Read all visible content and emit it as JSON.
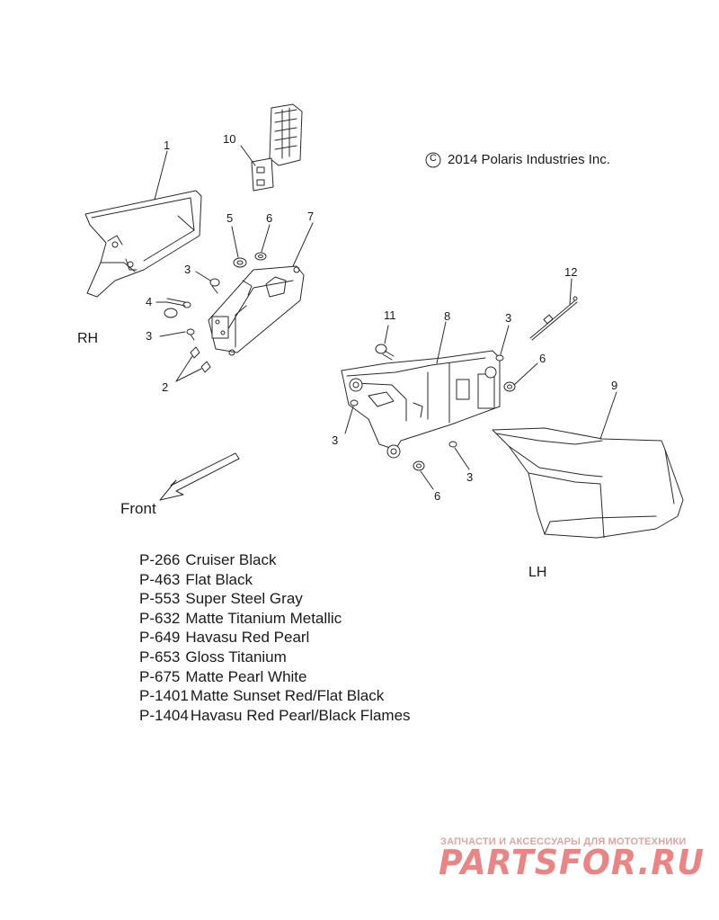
{
  "copyright": "2014 Polaris Industries Inc.",
  "copyright_symbol": "C",
  "side_labels": {
    "rh": "RH",
    "lh": "LH"
  },
  "direction_label": "Front",
  "callouts": {
    "c1": "1",
    "c2": "2",
    "c3a": "3",
    "c3b": "3",
    "c3c": "3",
    "c3d": "3",
    "c3e": "3",
    "c4": "4",
    "c5": "5",
    "c6a": "6",
    "c6b": "6",
    "c6c": "6",
    "c7": "7",
    "c8": "8",
    "c9": "9",
    "c10": "10",
    "c11": "11",
    "c12": "12"
  },
  "paint_codes": [
    {
      "code": "P-266",
      "name": "Cruiser Black"
    },
    {
      "code": "P-463",
      "name": "Flat Black"
    },
    {
      "code": "P-553",
      "name": "Super Steel Gray"
    },
    {
      "code": "P-632",
      "name": "Matte Titanium Metallic"
    },
    {
      "code": "P-649",
      "name": "Havasu Red Pearl"
    },
    {
      "code": "P-653",
      "name": "Gloss Titanium"
    },
    {
      "code": "P-675",
      "name": "Matte Pearl White"
    },
    {
      "code": "P-1401",
      "name": "Matte Sunset Red/Flat Black"
    },
    {
      "code": "P-1404",
      "name": "Havasu Red Pearl/Black Flames"
    }
  ],
  "watermark": {
    "tagline": "ЗАПЧАСТИ И АКСЕССУАРЫ ДЛЯ МОТОТЕХНИКИ",
    "logo_text": "PARTSFOR.RU",
    "color": "#e05a5a"
  }
}
